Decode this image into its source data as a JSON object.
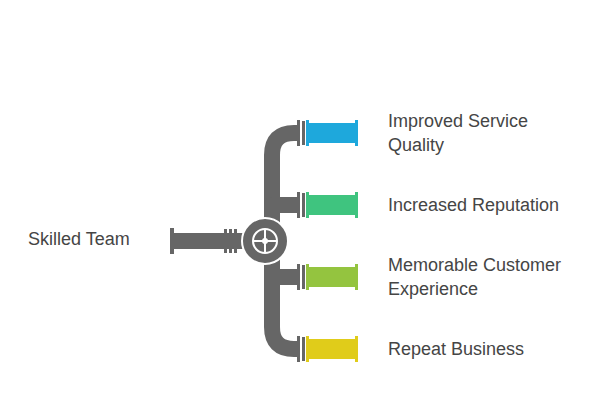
{
  "diagram": {
    "nodes": [
      {
        "text": [
          "Skilled Team"
        ]
      },
      {
        "text": [
          "Improved Service Quality"
        ]
      },
      {
        "text": [
          "Increased Reputation"
        ]
      },
      {
        "text": [
          "Memorable Customer Experience"
        ]
      },
      {
        "text": [
          "Repeat Business"
        ]
      }
    ],
    "edges": [
      {
        "from": 0,
        "to": 1,
        "arrow": "none"
      },
      {
        "from": 0,
        "to": 2,
        "arrow": "none"
      },
      {
        "from": 0,
        "to": 3,
        "arrow": "none"
      },
      {
        "from": 0,
        "to": 4,
        "arrow": "none"
      }
    ]
  }
}
